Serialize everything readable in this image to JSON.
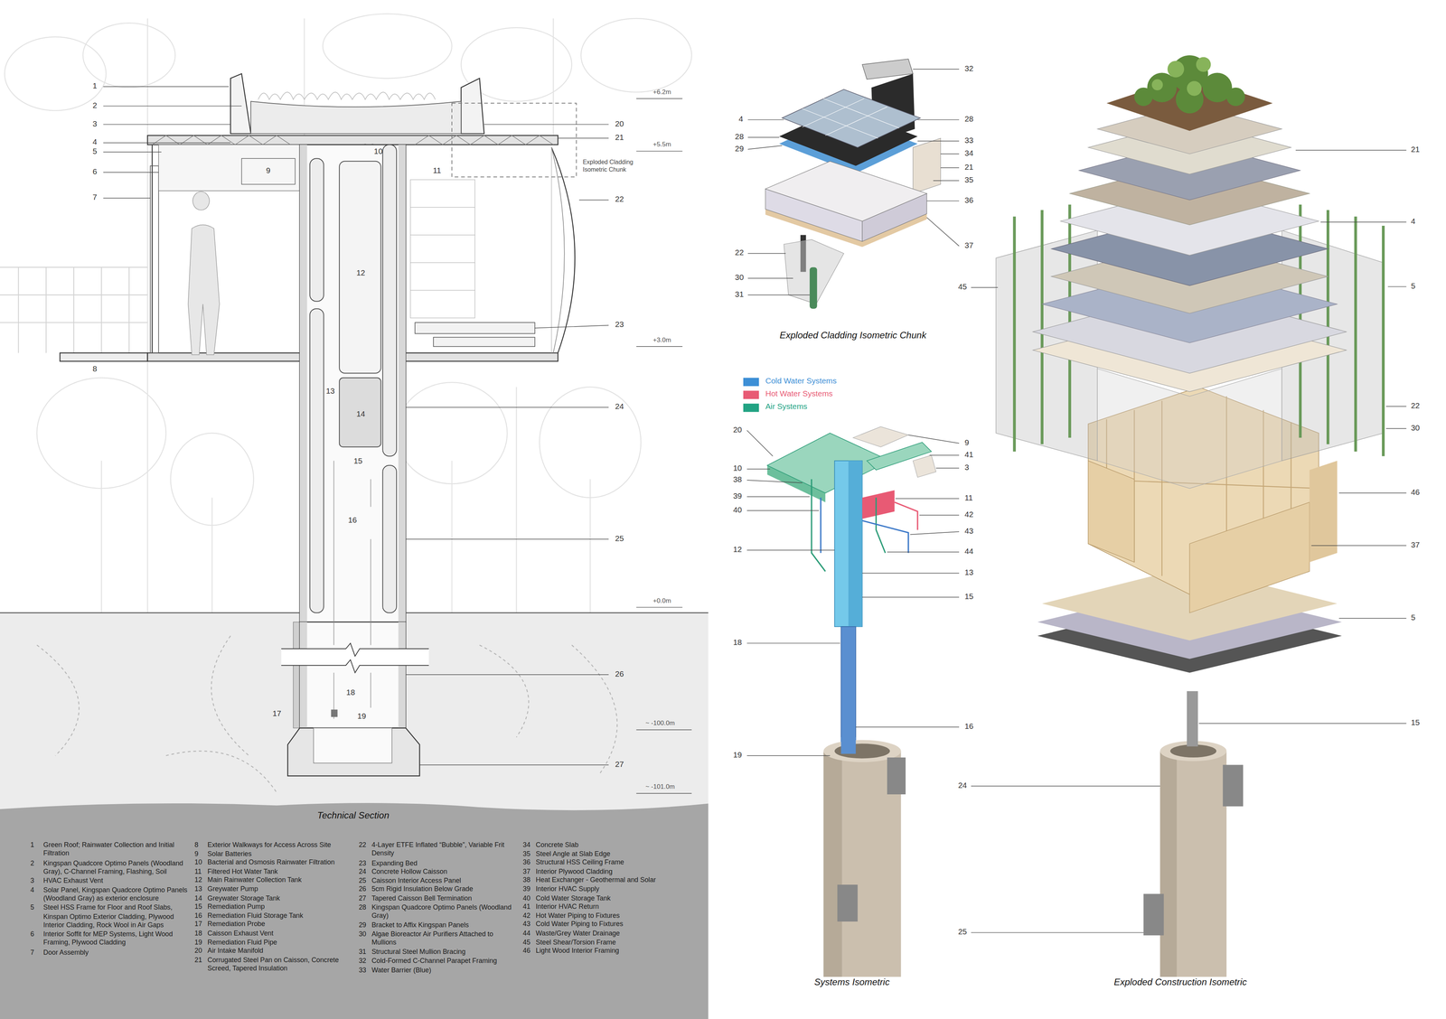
{
  "diagram": {
    "labels": [
      "1",
      "2",
      "3",
      "4",
      "5",
      "6",
      "7",
      "8",
      "9",
      "10",
      "11",
      "12",
      "13",
      "14",
      "15",
      "16",
      "17",
      "18",
      "19",
      "20",
      "21",
      "22",
      "23",
      "24",
      "25",
      "26",
      "27",
      "+6.2m",
      "+5.5m",
      "+3.0m",
      "+0.0m",
      "~ -100.0m",
      "~ -101.0m",
      "Exploded Cladding Isometric Chunk",
      "Technical Section",
      "1",
      "Green Roof; Rainwater Collection and Initial Filtration",
      "2",
      "Kingspan Quadcore Optimo Panels (Woodland Gray), C-Channel Framing, Flashing, Soil",
      "3",
      "HVAC Exhaust Vent",
      "4",
      "Solar Panel, Kingspan Quadcore Optimo Panels (Woodland Gray) as exterior enclosure",
      "5",
      "Steel HSS Frame for Floor and Roof Slabs, Kinspan Optimo Exterior Cladding, Plywood Interior Cladding, Rock Wool in Air Gaps",
      "6",
      "Interior Soffit for MEP Systems, Light Wood Framing, Plywood Cladding",
      "7",
      "Door Assembly",
      "8",
      "Exterior Walkways for Access Across Site",
      "9",
      "Solar Batteries",
      "10",
      "Bacterial and Osmosis Rainwater Filtration",
      "11",
      "Filtered Hot Water Tank",
      "12",
      "Main Rainwater Collection Tank",
      "13",
      "Greywater Pump",
      "14",
      "Greywater Storage Tank",
      "15",
      "Remediation Pump",
      "16",
      "Remediation Fluid Storage Tank",
      "17",
      "Remediation Probe",
      "18",
      "Caisson Exhaust Vent",
      "19",
      "Remediation Fluid Pipe",
      "20",
      "Air Intake Manifold",
      "21",
      "Corrugated Steel Pan on Caisson, Concrete Screed, Tapered Insulation",
      "22",
      "4-Layer ETFE Inflated “Bubble”, Variable Frit Density",
      "23",
      "Expanding Bed",
      "24",
      "Concrete Hollow Caisson",
      "25",
      "Caisson Interior Access Panel",
      "26",
      "5cm Rigid Insulation Below Grade",
      "27",
      "Tapered Caisson Bell Termination",
      "28",
      "Kingspan Quadcore Optimo Panels (Woodland Gray)",
      "29",
      "Bracket to Affix Kingspan Panels",
      "30",
      "Algae Bioreactor Air Purifiers Attached to Mullions",
      "31",
      "Structural Steel Mullion Bracing",
      "32",
      "Cold-Formed C-Channel Parapet Framing",
      "33",
      "Water Barrier (Blue)",
      "34",
      "Concrete Slab",
      "35",
      "Steel Angle at Slab Edge",
      "36",
      "Structural HSS Ceiling Frame",
      "37",
      "Interior Plywood Cladding",
      "38",
      "Heat Exchanger - Geothermal and Solar",
      "39",
      "Interior HVAC Supply",
      "40",
      "Cold Water Storage Tank",
      "41",
      "Interior HVAC Return",
      "42",
      "Hot Water Piping to Fixtures",
      "43",
      "Cold Water Piping to Fixtures",
      "44",
      "Waste/Grey Water Drainage",
      "45",
      "Steel Shear/Torsion Frame",
      "46",
      "Light Wood Interior Framing",
      "32",
      "4",
      "28",
      "28",
      "29",
      "33",
      "34",
      "21",
      "35",
      "36",
      "37",
      "22",
      "30",
      "31",
      "Exploded Cladding Isometric Chunk",
      "20",
      "9",
      "41",
      "10",
      "3",
      "38",
      "39",
      "11",
      "40",
      "42",
      "43",
      "12",
      "44",
      "13",
      "15",
      "18",
      "16",
      "19",
      "Systems Isometric",
      "21",
      "4",
      "45",
      "5",
      "22",
      "30",
      "46",
      "37",
      "5",
      "15",
      "24",
      "25",
      "Exploded Construction Isometric"
    ],
    "legend": [
      {
        "text": "Cold Water Systems",
        "color": "#3d8fd6"
      },
      {
        "text": "Hot Water Systems",
        "color": "#e85a74"
      },
      {
        "text": "Air Systems",
        "color": "#22a383"
      }
    ]
  }
}
